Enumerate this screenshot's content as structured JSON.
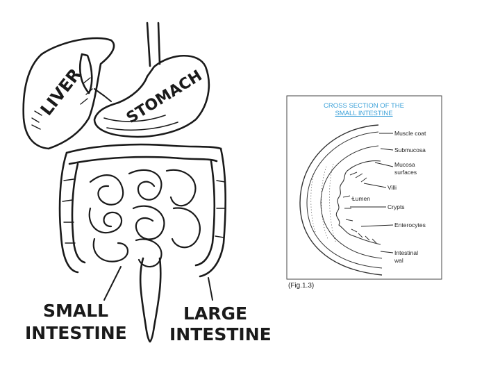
{
  "digestive": {
    "organ_labels": {
      "liver": "LIVER",
      "stomach": "STOMACH"
    },
    "bottom_labels": {
      "small_line1": "SMALL",
      "small_line2": "INTESTINE",
      "large_line1": "LARGE",
      "large_line2": "INTESTINE"
    }
  },
  "cross_section": {
    "title_line1": "CROSS SECTION OF THE",
    "title_line2": "SMALL INTESTINE",
    "labels": [
      "Muscle coat",
      "Submucosa",
      "Mucosa",
      "surfaces",
      "Villi",
      "Lumen",
      "Crypts",
      "Enterocytes",
      "Intestinal",
      "wal"
    ],
    "caption": "(Fig.1.3)"
  },
  "colors": {
    "title": "#3aa0d8",
    "ink": "#1a1a1a"
  }
}
